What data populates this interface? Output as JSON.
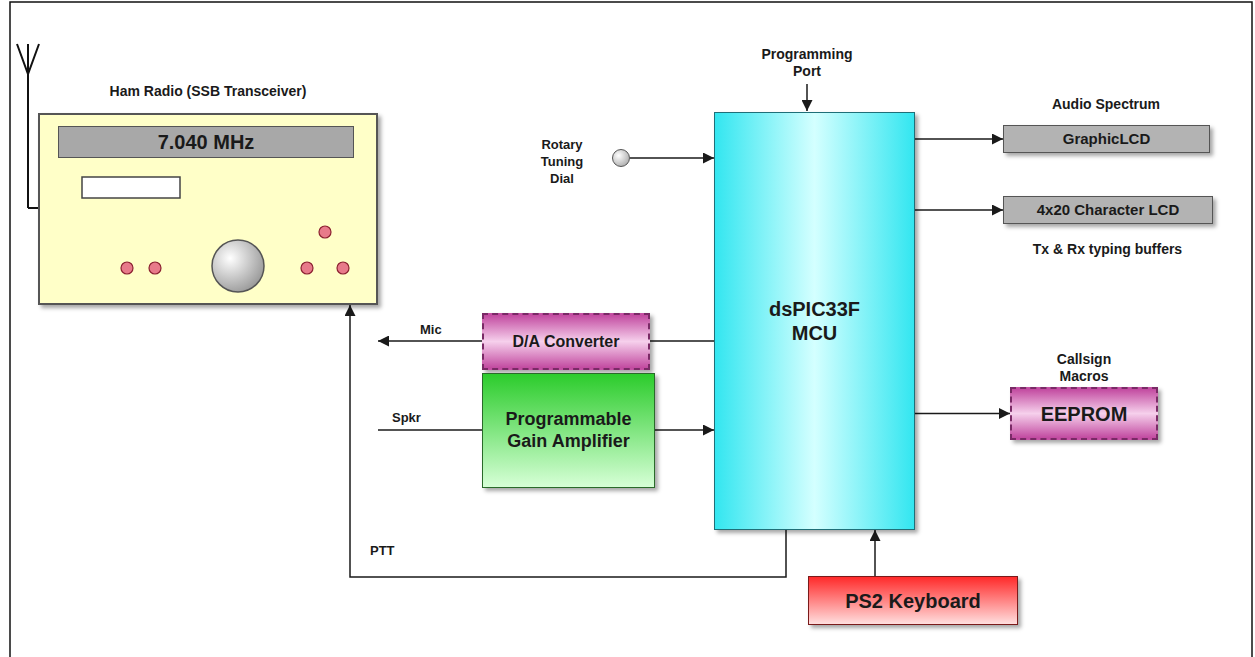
{
  "diagram": {
    "nodes": [
      {
        "text": [
          "Ham Radio (SSB Transceiver)"
        ]
      },
      {
        "text": [
          "7.040 MHz"
        ],
        "in": 0
      },
      {
        "text": [
          "D/A Converter"
        ]
      },
      {
        "text": [
          "Programmable Gain Amplifier"
        ]
      },
      {
        "text": [
          "Rotary Tuning Dial"
        ]
      },
      {
        "text": [
          "dsPIC33F MCU"
        ]
      },
      {
        "text": [
          "Audio Spectrum",
          "GraphicLCD"
        ]
      },
      {
        "text": [
          "4x20 Character LCD",
          "Tx & Rx typing buffers"
        ]
      },
      {
        "text": [
          "Callsign Macros",
          "EEPROM"
        ]
      },
      {
        "text": [
          "PS2 Keyboard"
        ]
      }
    ],
    "edges": [
      {
        "from": 2,
        "to": 0,
        "arrow": "to",
        "label": "Mic"
      },
      {
        "from": 0,
        "to": 3,
        "arrow": "none",
        "label": "Spkr"
      },
      {
        "from": 3,
        "to": 5,
        "arrow": "to"
      },
      {
        "from": 5,
        "to": 2,
        "arrow": "none"
      },
      {
        "from": 4,
        "to": 5,
        "arrow": "to"
      },
      {
        "from": 5,
        "to": 6,
        "arrow": "to"
      },
      {
        "from": 5,
        "to": 7,
        "arrow": "to"
      },
      {
        "from": 5,
        "to": 8,
        "arrow": "to"
      },
      {
        "from": 9,
        "to": 5,
        "arrow": "to"
      },
      {
        "from": 5,
        "to": 0,
        "arrow": "to",
        "label": "PTT"
      }
    ],
    "labels": [
      "Programming Port"
    ]
  }
}
